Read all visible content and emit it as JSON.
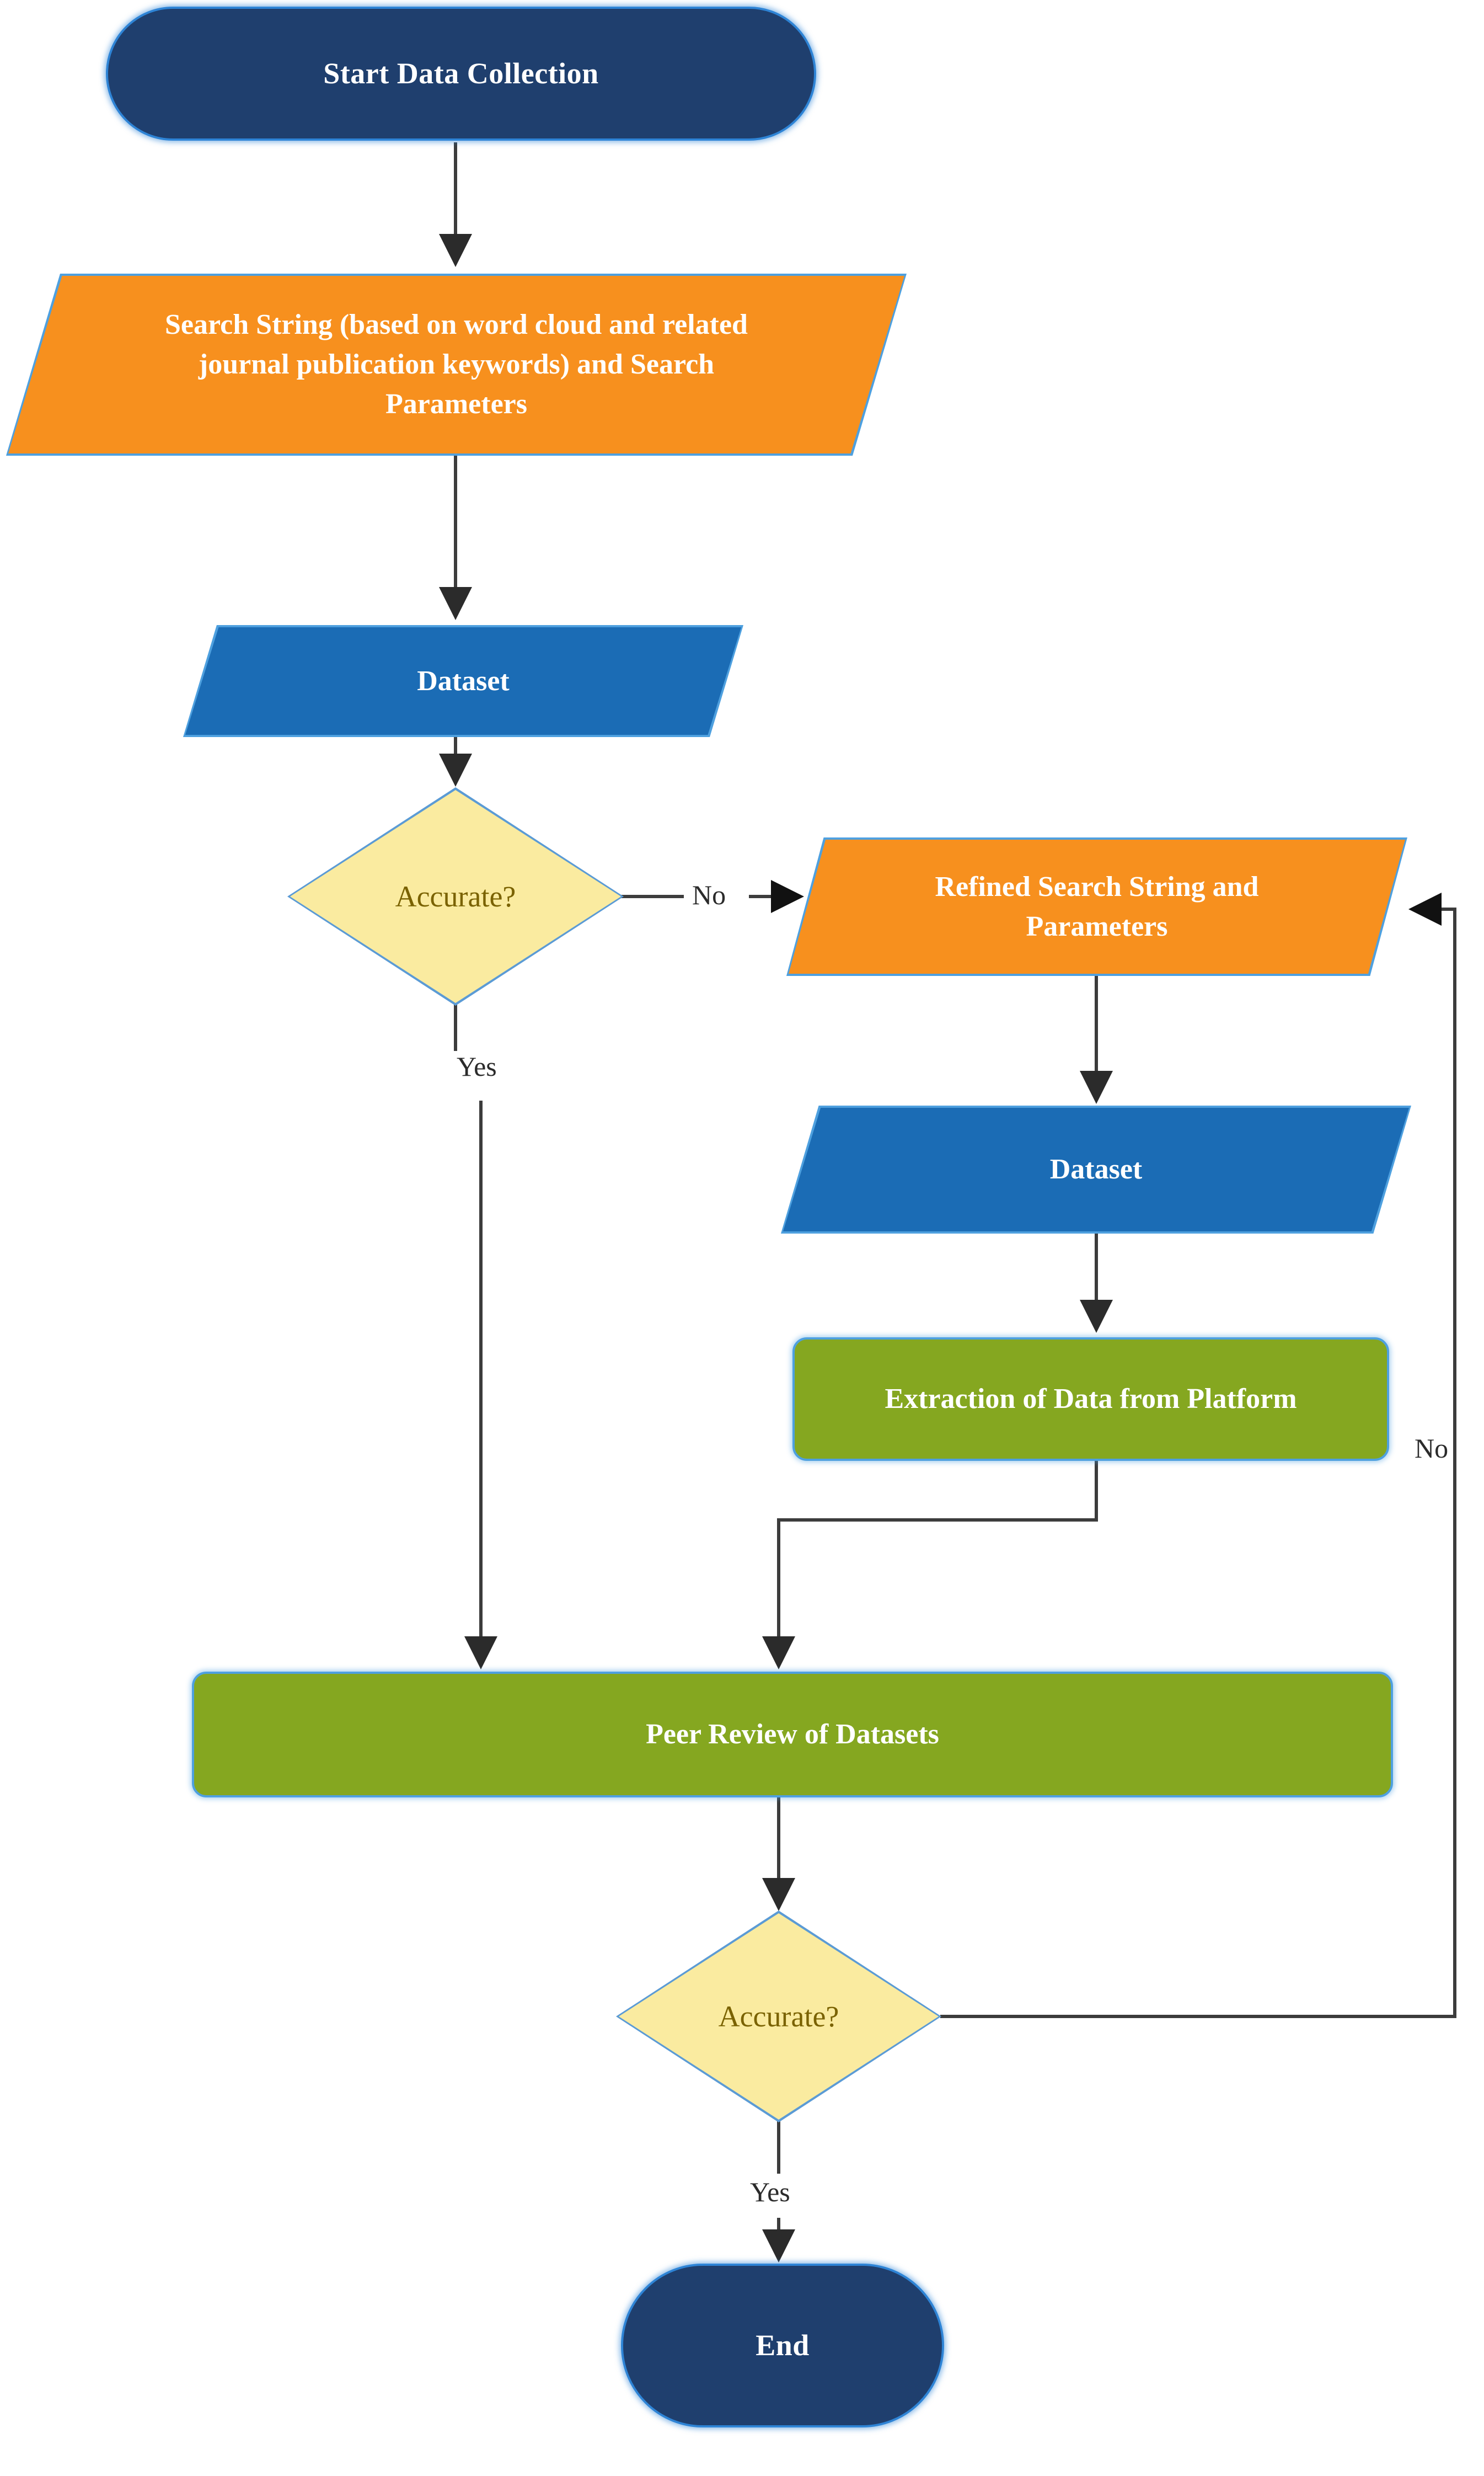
{
  "diagram": {
    "title": "Data Collection Flowchart",
    "palette": {
      "terminator_fill": "#1F3F6E",
      "terminator_border": "#2E84D6",
      "data_orange_fill": "#F7901E",
      "data_blue_fill": "#1B6CB5",
      "process_green_fill": "#85A720",
      "decision_fill": "#FAEBA0",
      "decision_border": "#5B9BD5",
      "decision_text": "#7A6200",
      "connector": "#3C3C3C",
      "background": "#FFFFFF"
    },
    "nodes": [
      {
        "id": "start",
        "shape": "terminator",
        "label": "Start Data Collection"
      },
      {
        "id": "search_string",
        "shape": "data",
        "label": "Search String (based on word cloud and related journal publication keywords) and Search Parameters"
      },
      {
        "id": "dataset_1",
        "shape": "data",
        "label": "Dataset"
      },
      {
        "id": "accurate_1",
        "shape": "decision",
        "label": "Accurate?"
      },
      {
        "id": "refined",
        "shape": "data",
        "label": "Refined Search String and Parameters"
      },
      {
        "id": "dataset_2",
        "shape": "data",
        "label": "Dataset"
      },
      {
        "id": "extraction",
        "shape": "process",
        "label": "Extraction of Data from Platform"
      },
      {
        "id": "peer_review",
        "shape": "process",
        "label": "Peer Review of Datasets"
      },
      {
        "id": "accurate_2",
        "shape": "decision",
        "label": "Accurate?"
      },
      {
        "id": "end",
        "shape": "terminator",
        "label": "End"
      }
    ],
    "edge_labels": {
      "accurate1_no": "No",
      "accurate1_yes": "Yes",
      "accurate2_no": "No",
      "accurate2_yes": "Yes"
    },
    "edges": [
      {
        "from": "start",
        "to": "search_string",
        "label": ""
      },
      {
        "from": "search_string",
        "to": "dataset_1",
        "label": ""
      },
      {
        "from": "dataset_1",
        "to": "accurate_1",
        "label": ""
      },
      {
        "from": "accurate_1",
        "to": "refined",
        "label": "No"
      },
      {
        "from": "accurate_1",
        "to": "peer_review",
        "label": "Yes"
      },
      {
        "from": "refined",
        "to": "dataset_2",
        "label": ""
      },
      {
        "from": "dataset_2",
        "to": "extraction",
        "label": ""
      },
      {
        "from": "extraction",
        "to": "peer_review",
        "label": ""
      },
      {
        "from": "peer_review",
        "to": "accurate_2",
        "label": ""
      },
      {
        "from": "accurate_2",
        "to": "refined",
        "label": "No"
      },
      {
        "from": "accurate_2",
        "to": "end",
        "label": "Yes"
      }
    ]
  }
}
